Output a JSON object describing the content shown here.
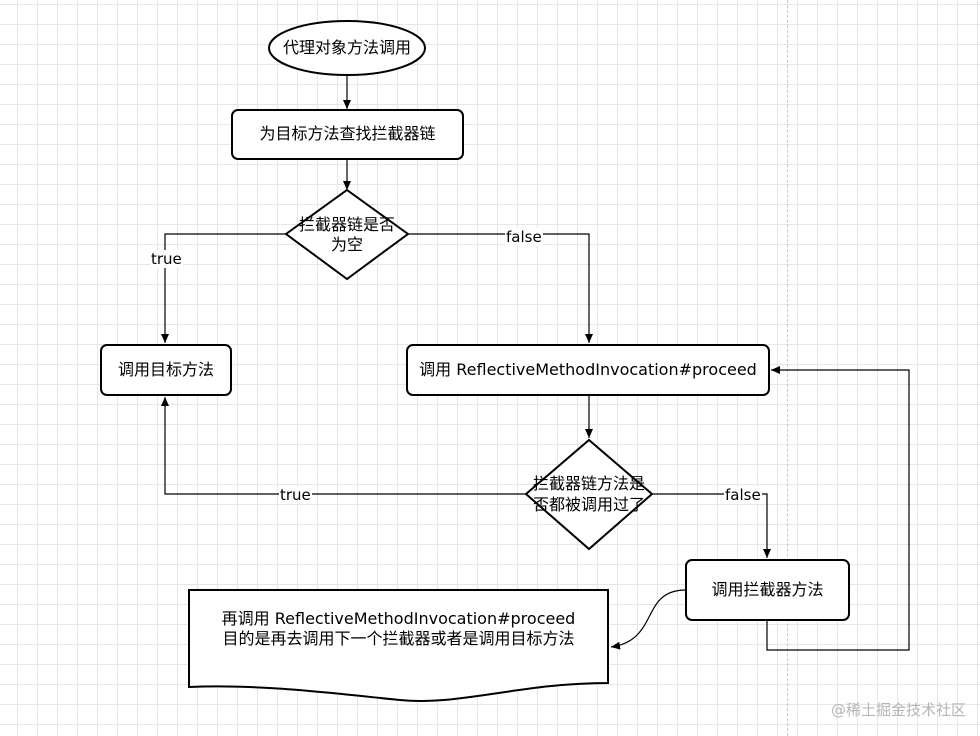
{
  "nodes": {
    "start": "代理对象方法调用",
    "find_chain": "为目标方法查找拦截器链",
    "chain_empty_line1": "拦截器链是否",
    "chain_empty_line2": "为空",
    "call_target_top": "调用目标方法",
    "call_proceed": "调用 ReflectiveMethodInvocation#proceed",
    "all_called_line1": "拦截器链方法是",
    "all_called_line2": "否都被调用过了",
    "call_interceptor": "调用拦截器方法",
    "note_line1": "再调用 ReflectiveMethodInvocation#proceed",
    "note_line2": "目的是再去调用下一个拦截器或者是调用目标方法"
  },
  "edges": {
    "empty_true": "true",
    "empty_false": "false",
    "called_true": "true",
    "called_false": "false"
  },
  "watermark": "@稀土掘金技术社区",
  "colors": {
    "stroke": "#000000",
    "fill": "#ffffff",
    "grid": "#e6e6e6",
    "watermark": "#b5b5b5"
  }
}
